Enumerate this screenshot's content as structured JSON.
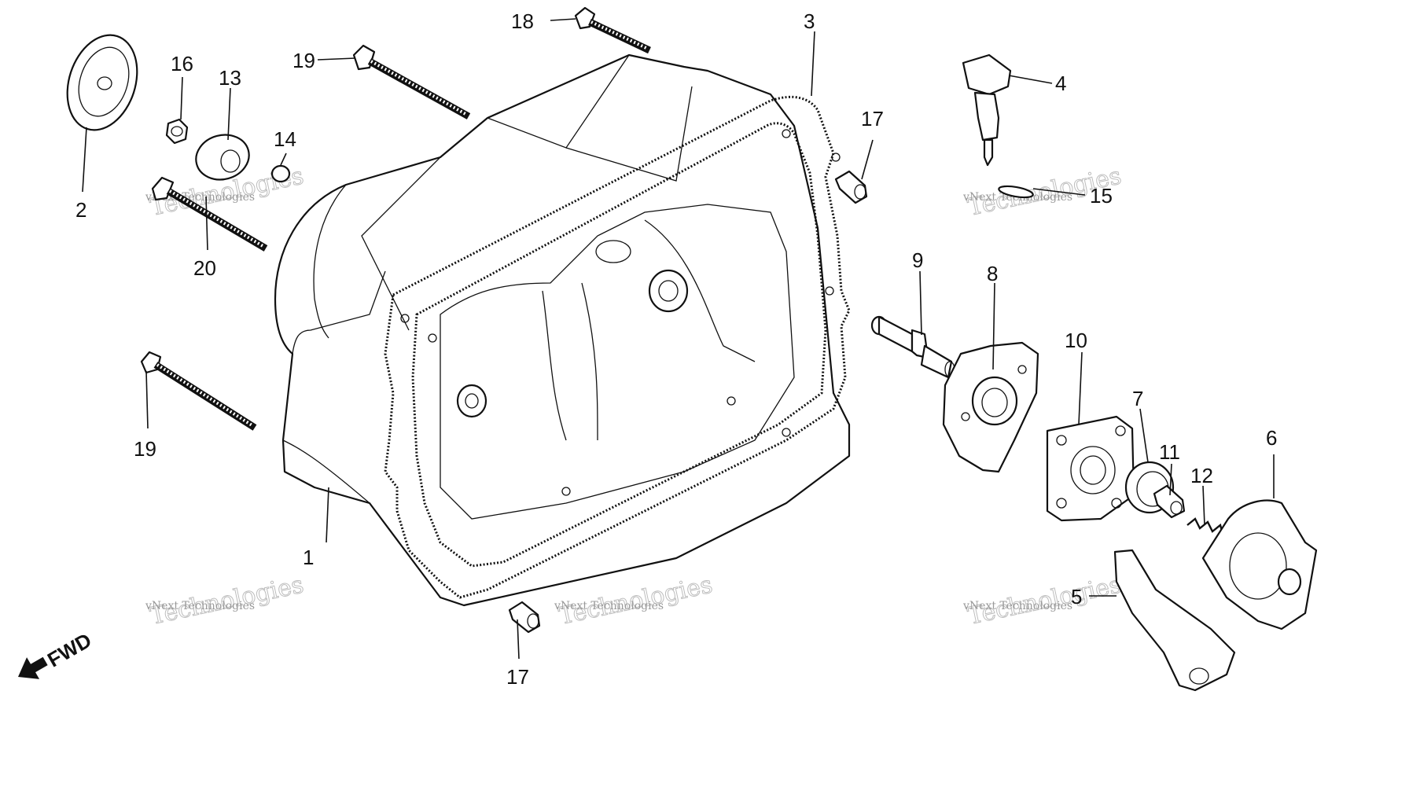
{
  "callouts": [
    "1",
    "2",
    "3",
    "4",
    "5",
    "6",
    "7",
    "8",
    "9",
    "10",
    "11",
    "12",
    "13",
    "14",
    "15",
    "16",
    "17",
    "18",
    "19",
    "20"
  ],
  "fwd_label": "FWD",
  "watermark": {
    "line1": "vNext Technologies",
    "line2": "Technologies",
    "small_word": "vNext"
  }
}
